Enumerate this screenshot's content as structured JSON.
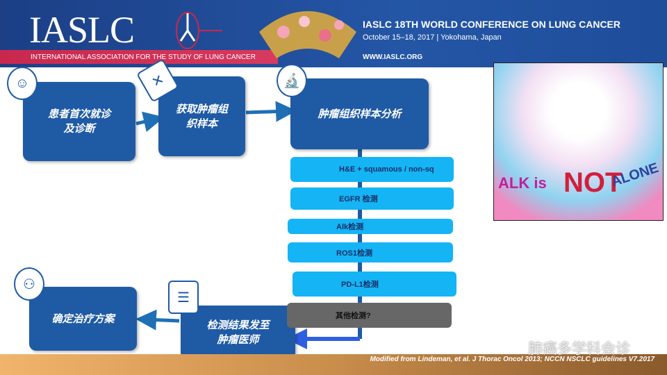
{
  "header": {
    "logo": "IASLC",
    "association": "INTERNATIONAL ASSOCIATION FOR THE STUDY OF LUNG CANCER",
    "conference": "IASLC 18TH WORLD CONFERENCE ON LUNG CANCER",
    "date": "October 15–18, 2017 | Yokohama, Japan",
    "website": "WWW.IASLC.ORG"
  },
  "flow": {
    "step1": "患者首次就诊\n及诊断",
    "step2": "获取肿瘤组\n织样本",
    "step3": "肿瘤组织样本分析",
    "step4": "检测结果发至\n肿瘤医师",
    "step5": "确定治疗方案"
  },
  "tests": [
    "H&E + squamous / non-sq",
    "EGFR  检测",
    "Alk检测",
    "ROS1检测",
    "PD-L1检测",
    "其他检测?"
  ],
  "image": {
    "alk": "ALK is",
    "not": "NOT",
    "alone": "ALONE"
  },
  "footer": {
    "citation": "Modified from Lindeman, et al. J Thorac Oncol 2013; NCCN NSCLC guidelines V7.2017",
    "watermark": "肺癌多学科会诊"
  }
}
